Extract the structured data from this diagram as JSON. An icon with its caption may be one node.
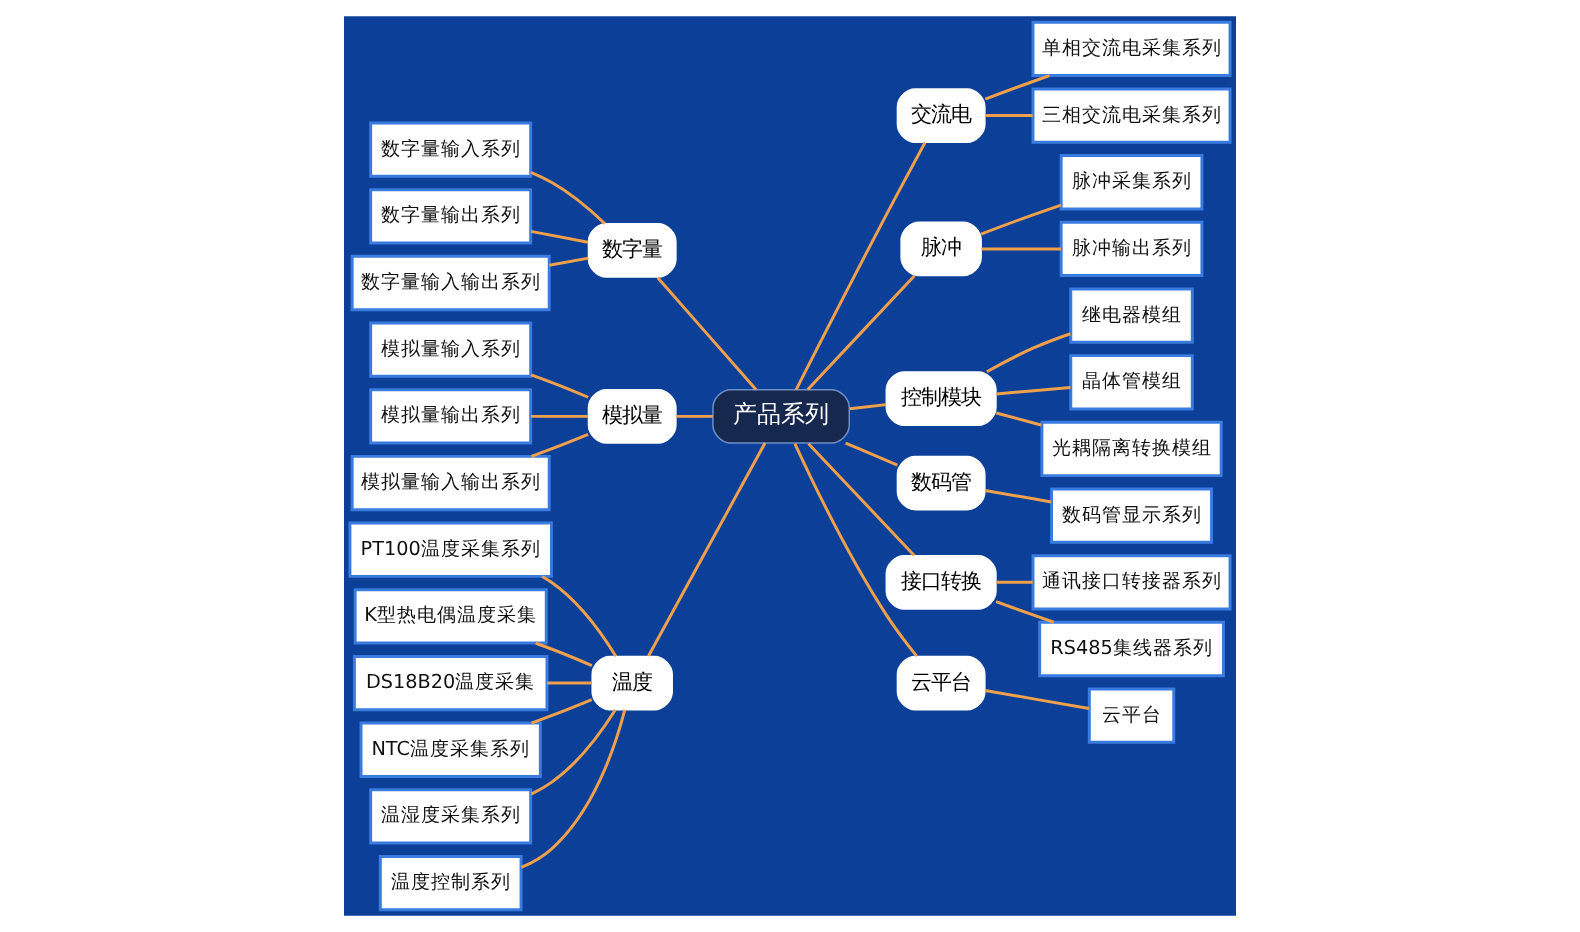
{
  "diagram": {
    "nodes": [
      {
        "text": [
          "产品系列"
        ]
      },
      {
        "text": [
          "数字量"
        ]
      },
      {
        "text": [
          "数字量输入系列"
        ]
      },
      {
        "text": [
          "数字量输出系列"
        ]
      },
      {
        "text": [
          "数字量输入输出系列"
        ]
      },
      {
        "text": [
          "模拟量"
        ]
      },
      {
        "text": [
          "模拟量输入系列"
        ]
      },
      {
        "text": [
          "模拟量输出系列"
        ]
      },
      {
        "text": [
          "模拟量输入输出系列"
        ]
      },
      {
        "text": [
          "温度"
        ]
      },
      {
        "text": [
          "PT100温度采集系列"
        ]
      },
      {
        "text": [
          "K型热电偶温度采集"
        ]
      },
      {
        "text": [
          "DS18B20温度采集"
        ]
      },
      {
        "text": [
          "NTC温度采集系列"
        ]
      },
      {
        "text": [
          "温湿度采集系列"
        ]
      },
      {
        "text": [
          "温度控制系列"
        ]
      },
      {
        "text": [
          "交流电"
        ]
      },
      {
        "text": [
          "单相交流电采集系列"
        ]
      },
      {
        "text": [
          "三相交流电采集系列"
        ]
      },
      {
        "text": [
          "脉冲"
        ]
      },
      {
        "text": [
          "脉冲采集系列"
        ]
      },
      {
        "text": [
          "脉冲输出系列"
        ]
      },
      {
        "text": [
          "控制模块"
        ]
      },
      {
        "text": [
          "继电器模组"
        ]
      },
      {
        "text": [
          "晶体管模组"
        ]
      },
      {
        "text": [
          "光耦隔离转换模组"
        ]
      },
      {
        "text": [
          "数码管"
        ]
      },
      {
        "text": [
          "数码管显示系列"
        ]
      },
      {
        "text": [
          "接口转换"
        ]
      },
      {
        "text": [
          "通讯接口转接器系列"
        ]
      },
      {
        "text": [
          "RS485集线器系列"
        ]
      },
      {
        "text": [
          "云平台"
        ]
      },
      {
        "text": [
          "云平台"
        ]
      }
    ],
    "edges": [
      {
        "from": 2,
        "to": 1,
        "arrow": "none"
      },
      {
        "from": 3,
        "to": 1,
        "arrow": "none"
      },
      {
        "from": 4,
        "to": 1,
        "arrow": "none"
      },
      {
        "from": 6,
        "to": 5,
        "arrow": "none"
      },
      {
        "from": 7,
        "to": 5,
        "arrow": "none"
      },
      {
        "from": 8,
        "to": 5,
        "arrow": "none"
      },
      {
        "from": 10,
        "to": 9,
        "arrow": "none"
      },
      {
        "from": 11,
        "to": 9,
        "arrow": "none"
      },
      {
        "from": 12,
        "to": 9,
        "arrow": "none"
      },
      {
        "from": 13,
        "to": 9,
        "arrow": "none"
      },
      {
        "from": 14,
        "to": 9,
        "arrow": "none"
      },
      {
        "from": 15,
        "to": 9,
        "arrow": "none"
      },
      {
        "from": 1,
        "to": 0,
        "arrow": "none"
      },
      {
        "from": 5,
        "to": 0,
        "arrow": "none"
      },
      {
        "from": 9,
        "to": 0,
        "arrow": "none"
      },
      {
        "from": 0,
        "to": 16,
        "arrow": "none"
      },
      {
        "from": 0,
        "to": 19,
        "arrow": "none"
      },
      {
        "from": 0,
        "to": 22,
        "arrow": "none"
      },
      {
        "from": 0,
        "to": 26,
        "arrow": "none"
      },
      {
        "from": 0,
        "to": 28,
        "arrow": "none"
      },
      {
        "from": 0,
        "to": 31,
        "arrow": "none"
      },
      {
        "from": 16,
        "to": 17,
        "arrow": "none"
      },
      {
        "from": 16,
        "to": 18,
        "arrow": "none"
      },
      {
        "from": 19,
        "to": 20,
        "arrow": "none"
      },
      {
        "from": 19,
        "to": 21,
        "arrow": "none"
      },
      {
        "from": 22,
        "to": 23,
        "arrow": "none"
      },
      {
        "from": 22,
        "to": 24,
        "arrow": "none"
      },
      {
        "from": 22,
        "to": 25,
        "arrow": "none"
      },
      {
        "from": 26,
        "to": 27,
        "arrow": "none"
      },
      {
        "from": 28,
        "to": 29,
        "arrow": "none"
      },
      {
        "from": 28,
        "to": 30,
        "arrow": "none"
      },
      {
        "from": 31,
        "to": 32,
        "arrow": "none"
      }
    ]
  }
}
